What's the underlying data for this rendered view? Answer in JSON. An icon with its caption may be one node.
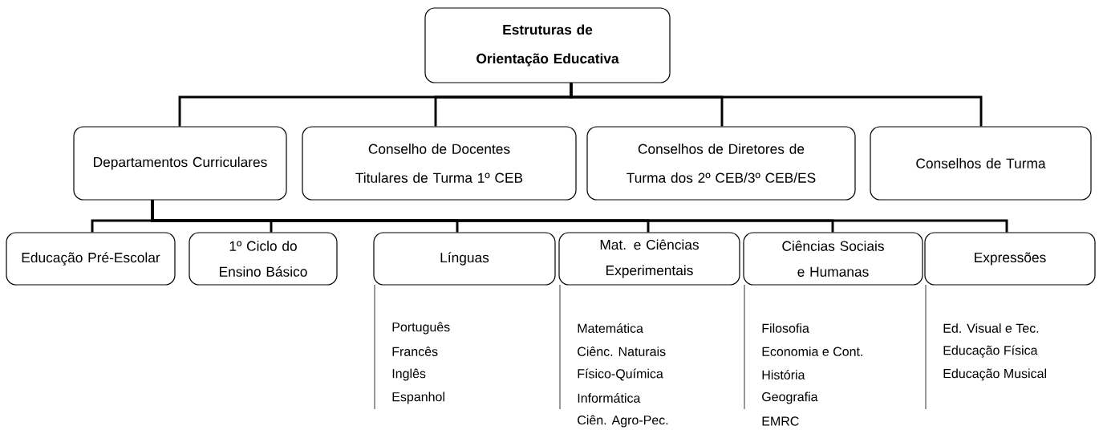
{
  "diagram": {
    "nodes": [
      {
        "text": [
          "Estruturas de Orientação Educativa"
        ]
      },
      {
        "text": [
          "Departamentos Curriculares"
        ]
      },
      {
        "text": [
          "Conselho de Docentes Titulares de Turma 1º CEB"
        ]
      },
      {
        "text": [
          "Conselhos de Diretores de Turma dos 2º CEB/3º CEB/ES"
        ]
      },
      {
        "text": [
          "Conselhos de Turma"
        ]
      },
      {
        "text": [
          "Educação Pré-Escolar"
        ]
      },
      {
        "text": [
          "1º Ciclo do Ensino Básico"
        ]
      },
      {
        "text": [
          "Línguas"
        ],
        "beside": [
          "Português",
          "Francês",
          "Inglês",
          "Espanhol"
        ]
      },
      {
        "text": [
          "Mat. e Ciências Experimentais"
        ],
        "beside": [
          "Matemática",
          "Ciênc. Naturais",
          "Físico-Química",
          "Informática",
          "Ciên. Agro-Pec."
        ]
      },
      {
        "text": [
          "Ciências Sociais e Humanas"
        ],
        "beside": [
          "Filosofia",
          "Economia e Cont.",
          "História",
          "Geografia",
          "EMRC"
        ]
      },
      {
        "text": [
          "Expressões"
        ],
        "beside": [
          "Ed. Visual e Tec.",
          "Educação Física",
          "Educação Musical"
        ]
      }
    ],
    "edges": [
      {
        "from": 0,
        "to": 1,
        "arrow": "none"
      },
      {
        "from": 0,
        "to": 2,
        "arrow": "none"
      },
      {
        "from": 0,
        "to": 3,
        "arrow": "none"
      },
      {
        "from": 0,
        "to": 4,
        "arrow": "none"
      },
      {
        "from": 1,
        "to": 5,
        "arrow": "none"
      },
      {
        "from": 1,
        "to": 6,
        "arrow": "none"
      },
      {
        "from": 1,
        "to": 7,
        "arrow": "none"
      },
      {
        "from": 1,
        "to": 8,
        "arrow": "none"
      },
      {
        "from": 1,
        "to": 9,
        "arrow": "none"
      },
      {
        "from": 1,
        "to": 10,
        "arrow": "none"
      }
    ]
  }
}
